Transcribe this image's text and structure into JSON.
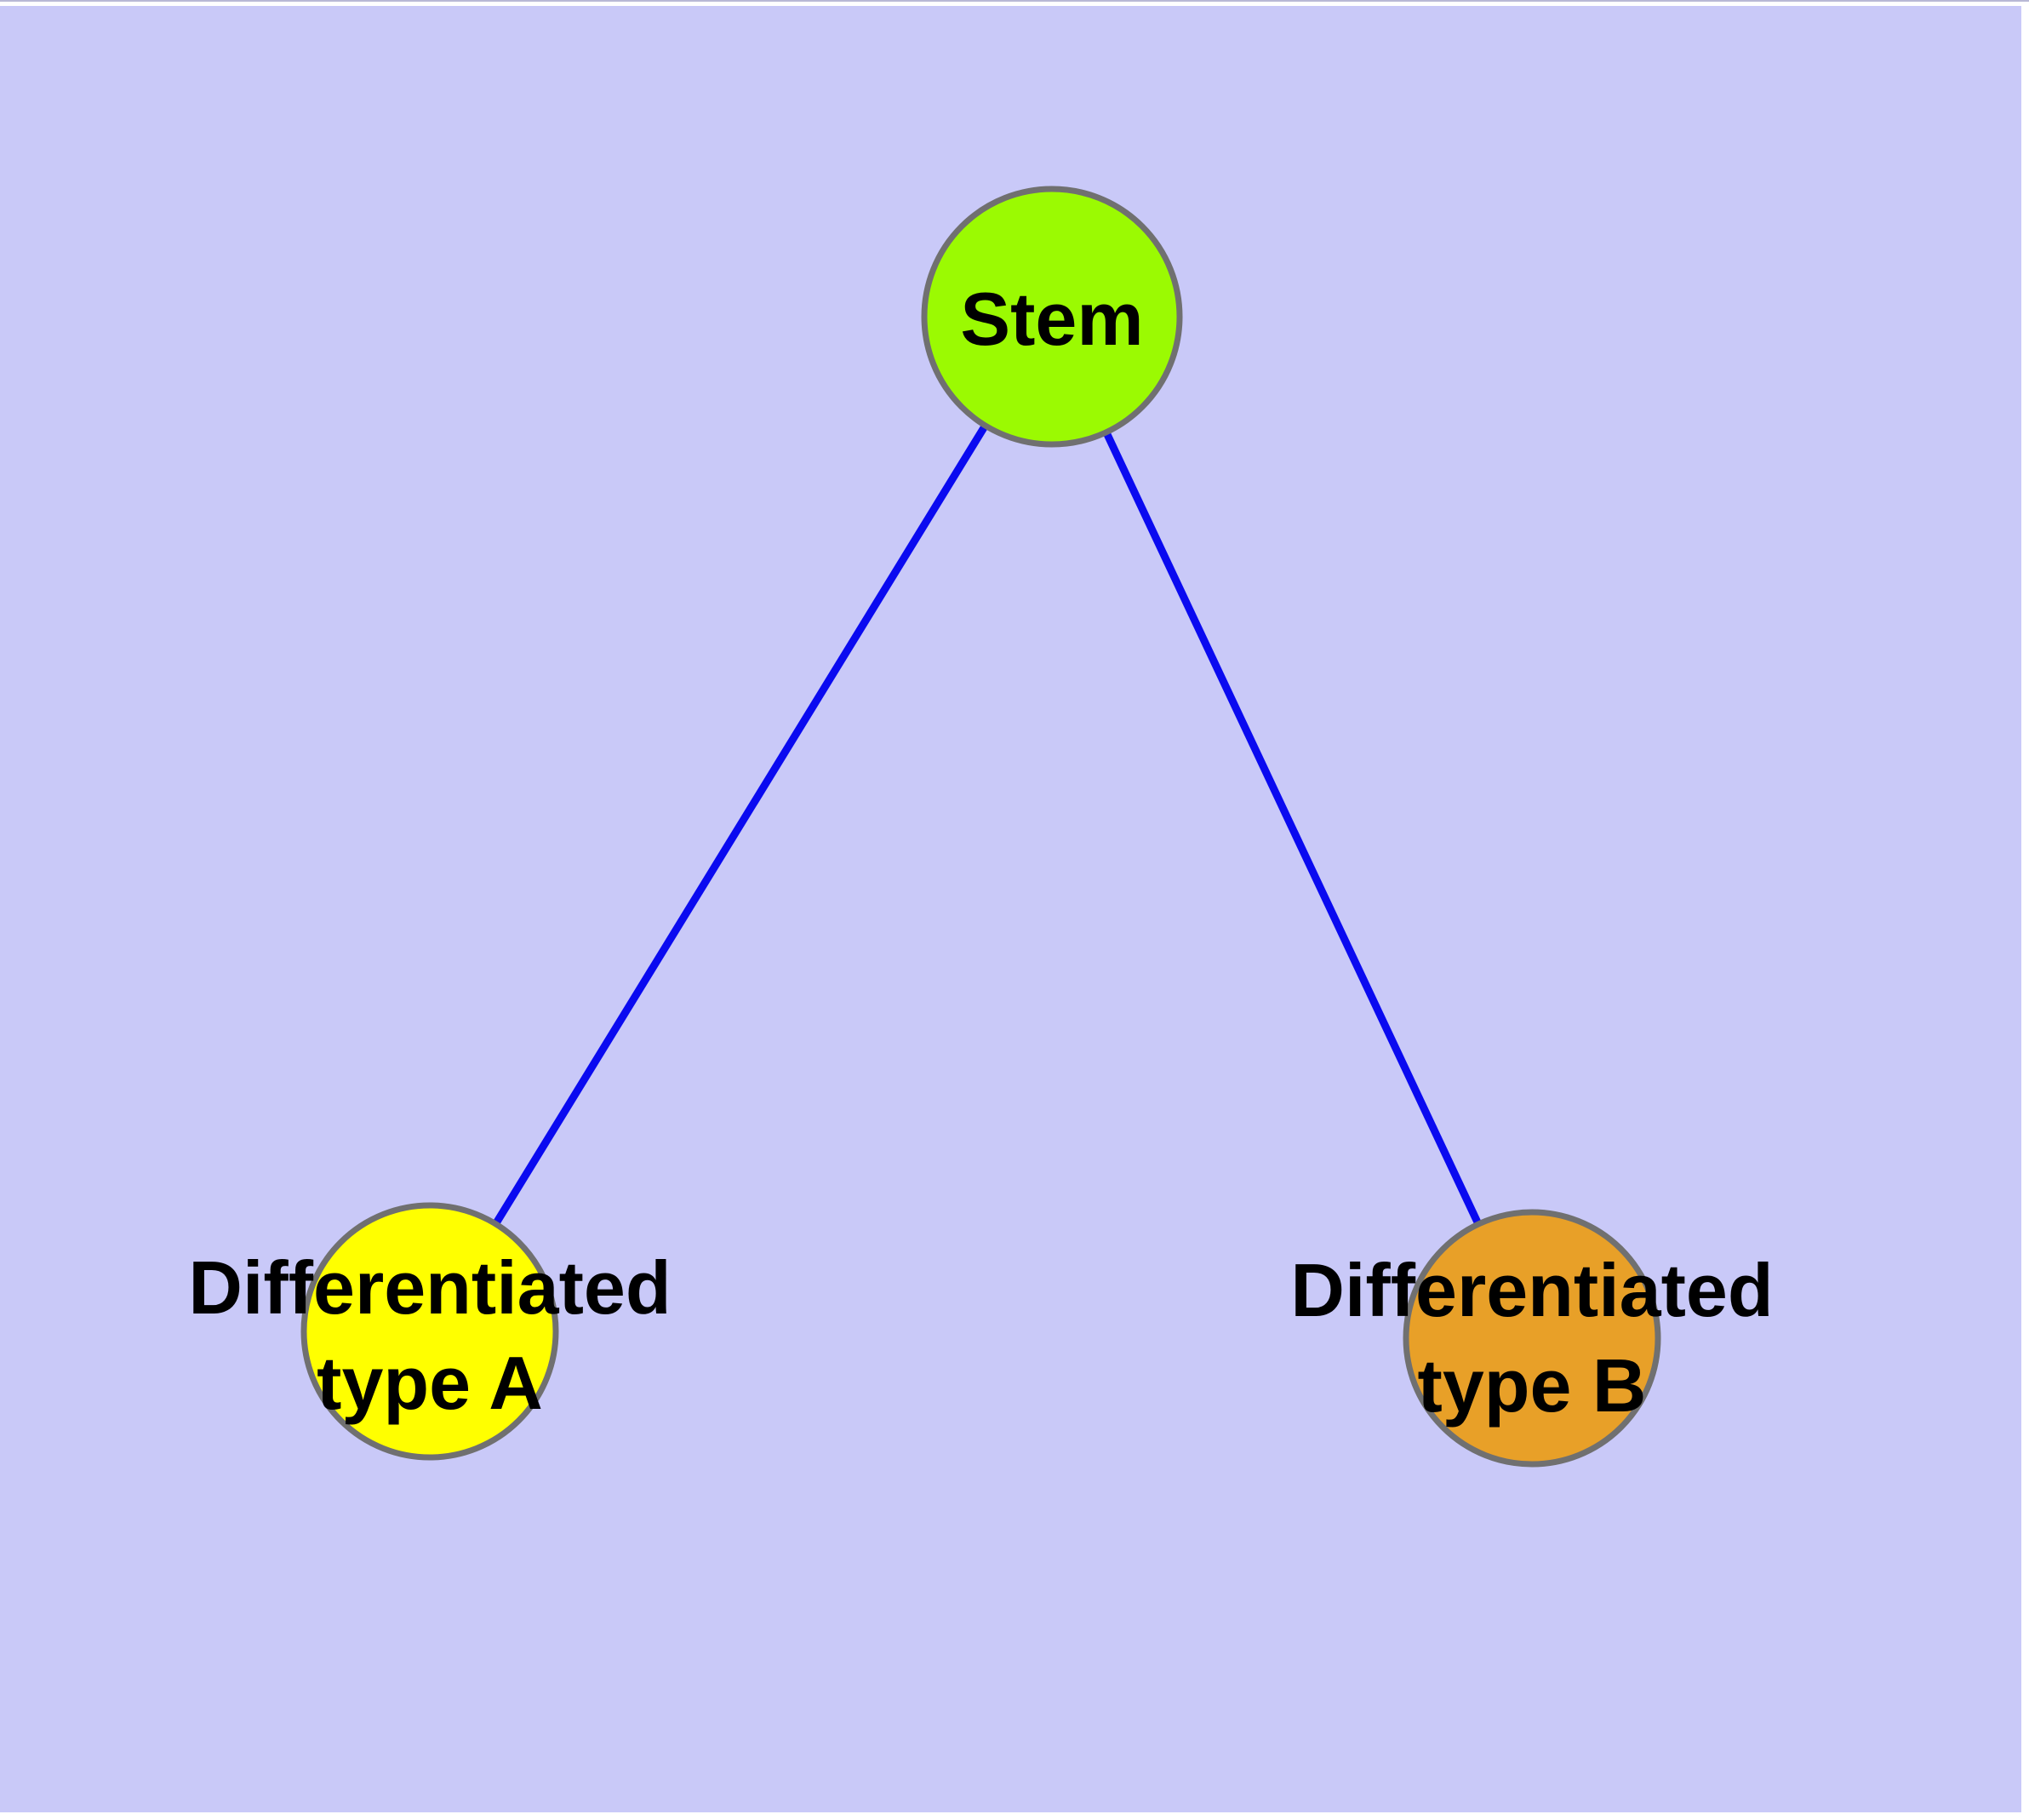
{
  "canvas": {
    "background_color": "#C9C9F8",
    "frame_color": "#FFFFFF"
  },
  "graph": {
    "edge_color": "#0A0AF0",
    "node_border_color": "#707070",
    "label_color": "#000000",
    "nodes": [
      {
        "id": "stem",
        "label": "Stem",
        "fill": "#9BFA02"
      },
      {
        "id": "differentiated-type-a",
        "label_line1": "Differentiated",
        "label_line2": "type A",
        "fill": "#FFFF00"
      },
      {
        "id": "differentiated-type-b",
        "label_line1": "Differentiated",
        "label_line2": "type B",
        "fill": "#E8A028"
      }
    ],
    "edges": [
      {
        "from": "Stem",
        "to": "Differentiated type A"
      },
      {
        "from": "Stem",
        "to": "Differentiated type B"
      }
    ]
  }
}
